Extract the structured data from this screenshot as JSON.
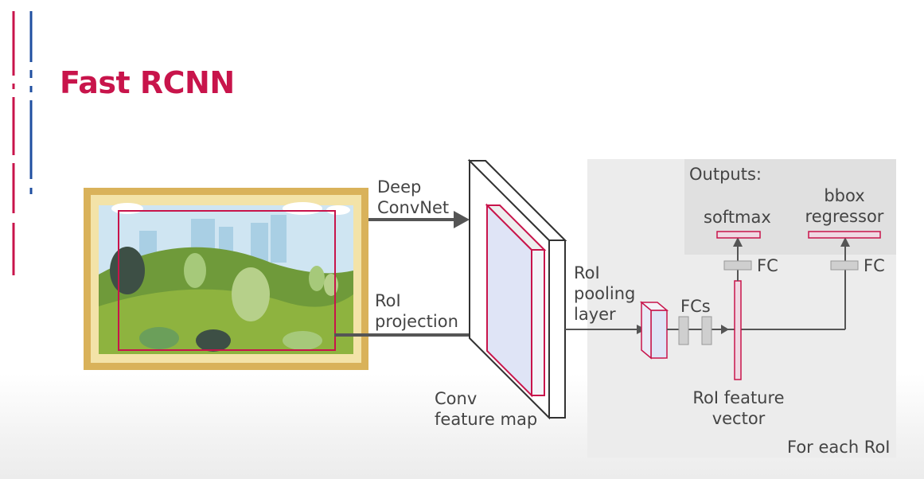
{
  "slide": {
    "title": "Fast RCNN",
    "colors": {
      "accent": "#c8144b",
      "blue_bar": "#1f4fa0",
      "panel": "#ececec"
    }
  },
  "diagram": {
    "input_image": {
      "icon": "landscape-picture-icon"
    },
    "deep_convnet": [
      "Deep",
      "ConvNet"
    ],
    "roi_projection": [
      "RoI",
      "projection"
    ],
    "conv_feature_map": [
      "Conv",
      "feature map"
    ],
    "roi_pooling_layer": [
      "RoI",
      "pooling",
      "layer"
    ],
    "fcs": "FCs",
    "roi_feature_vector": [
      "RoI feature",
      "vector"
    ],
    "outputs": "Outputs:",
    "softmax": "softmax",
    "bbox_regressor": [
      "bbox",
      "regressor"
    ],
    "fc_softmax": "FC",
    "fc_bbox": "FC",
    "for_each_roi": "For each RoI"
  }
}
